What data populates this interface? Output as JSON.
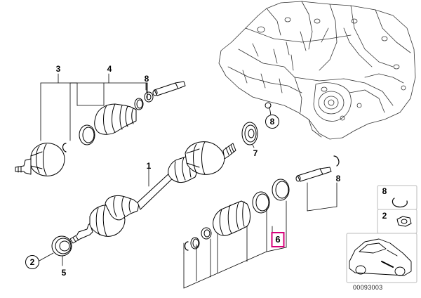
{
  "callouts": {
    "c1": "1",
    "c2": "2",
    "c3": "3",
    "c4": "4",
    "c5": "5",
    "c6": "6",
    "c7": "7",
    "c8_top": "8",
    "c8_circled": "8",
    "c8_right": "8"
  },
  "legend": {
    "item_8": "8",
    "item_2": "2"
  },
  "reference_number": "00093003",
  "colors": {
    "line": "#000000",
    "highlight": "#d6007a",
    "background": "#ffffff",
    "legend_border": "#bbbbbb"
  }
}
